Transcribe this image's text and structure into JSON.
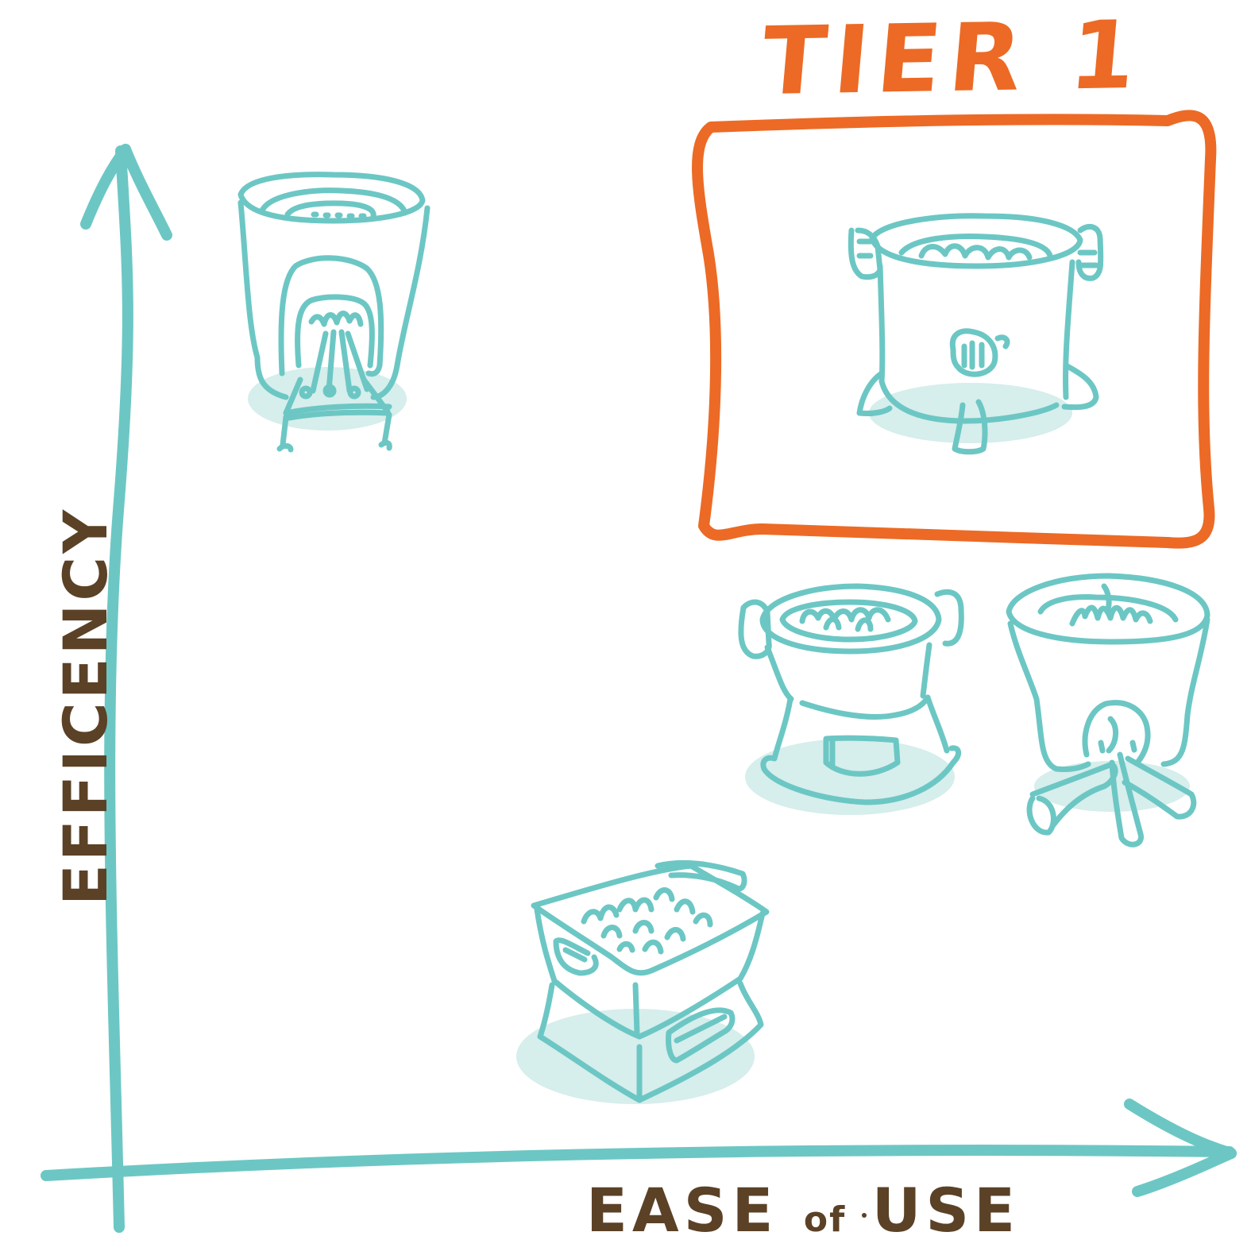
{
  "diagram": {
    "tier_label": "TIER 1",
    "x_axis_label": {
      "main": "EASE",
      "connector": "of",
      "tail": "USE"
    },
    "y_axis_label": "EFFICENCY",
    "colors": {
      "axis": "#6cc7c4",
      "tier": "#ec6a25",
      "text": "#5b4126",
      "shadow": "#d6eeec",
      "stroke": "#6cc7c4"
    },
    "stoves": [
      {
        "name": "tall-bucket-stove",
        "icon": "round-stove-with-fire-opening"
      },
      {
        "name": "cookpot-stove",
        "icon": "pot-stove-with-handles"
      },
      {
        "name": "chimney-stove",
        "icon": "stove-with-front-vent"
      },
      {
        "name": "wood-stove",
        "icon": "stove-with-logs"
      },
      {
        "name": "box-charcoal-stove",
        "icon": "box-stove-with-coals"
      }
    ]
  }
}
